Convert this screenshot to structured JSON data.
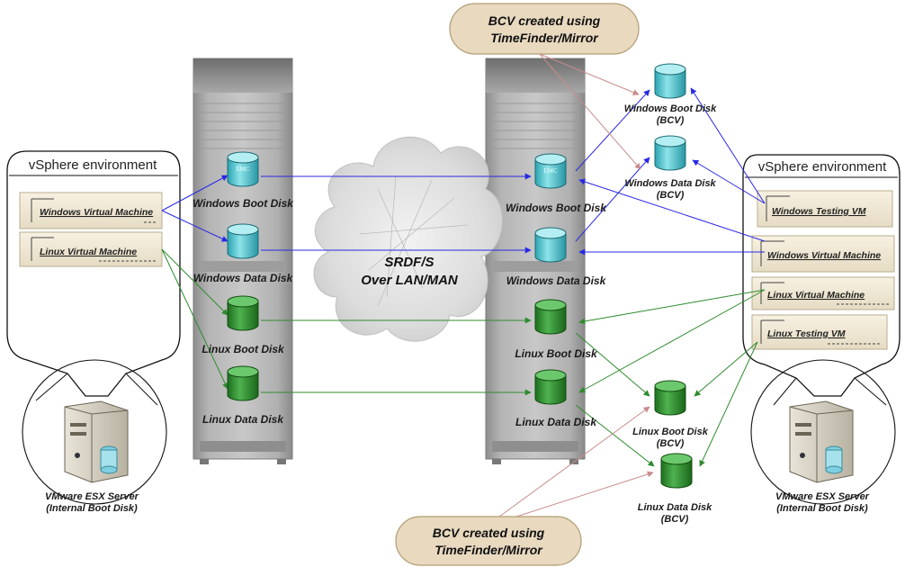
{
  "callout_top": {
    "line1": "BCV created using",
    "line2": "TimeFinder/Mirror"
  },
  "callout_bottom": {
    "line1": "BCV created using",
    "line2": "TimeFinder/Mirror"
  },
  "left_env": {
    "title": "vSphere environment",
    "vms": [
      "Windows Virtual Machine",
      "Linux Virtual Machine"
    ],
    "server_label1": "VMware ESX Server",
    "server_label2": "(Internal Boot Disk)"
  },
  "right_env": {
    "title": "vSphere environment",
    "vms": [
      "Windows Testing VM",
      "Windows Virtual Machine",
      "Linux Virtual Machine",
      "Linux Testing VM"
    ],
    "server_label1": "VMware ESX Server",
    "server_label2": "(Internal Boot Disk)"
  },
  "source_array": {
    "disks": [
      "Windows Boot Disk",
      "Windows Data Disk",
      "Linux Boot Disk",
      "Linux Data Disk"
    ]
  },
  "target_array": {
    "disks": [
      "Windows Boot Disk",
      "Windows Data Disk",
      "Linux Boot Disk",
      "Linux Data Disk"
    ]
  },
  "bcv_disks": {
    "win_boot": {
      "line1": "Windows Boot Disk",
      "line2": "(BCV)"
    },
    "win_data": {
      "line1": "Windows Data Disk",
      "line2": "(BCV)"
    },
    "lin_boot": {
      "line1": "Linux Boot Disk",
      "line2": "(BCV)"
    },
    "lin_data": {
      "line1": "Linux Data Disk",
      "line2": "(BCV)"
    }
  },
  "cloud": {
    "line1": "SRDF/S",
    "line2": "Over LAN/MAN"
  },
  "disk_badge": "EMC",
  "colors": {
    "windows_link": "#2828e6",
    "linux_link": "#2e8b2e",
    "callout_link": "#c88c8c",
    "callout_fill": "#e8d9bf",
    "windows_disk": "#4fc3cf",
    "linux_disk": "#2f8f2f"
  }
}
